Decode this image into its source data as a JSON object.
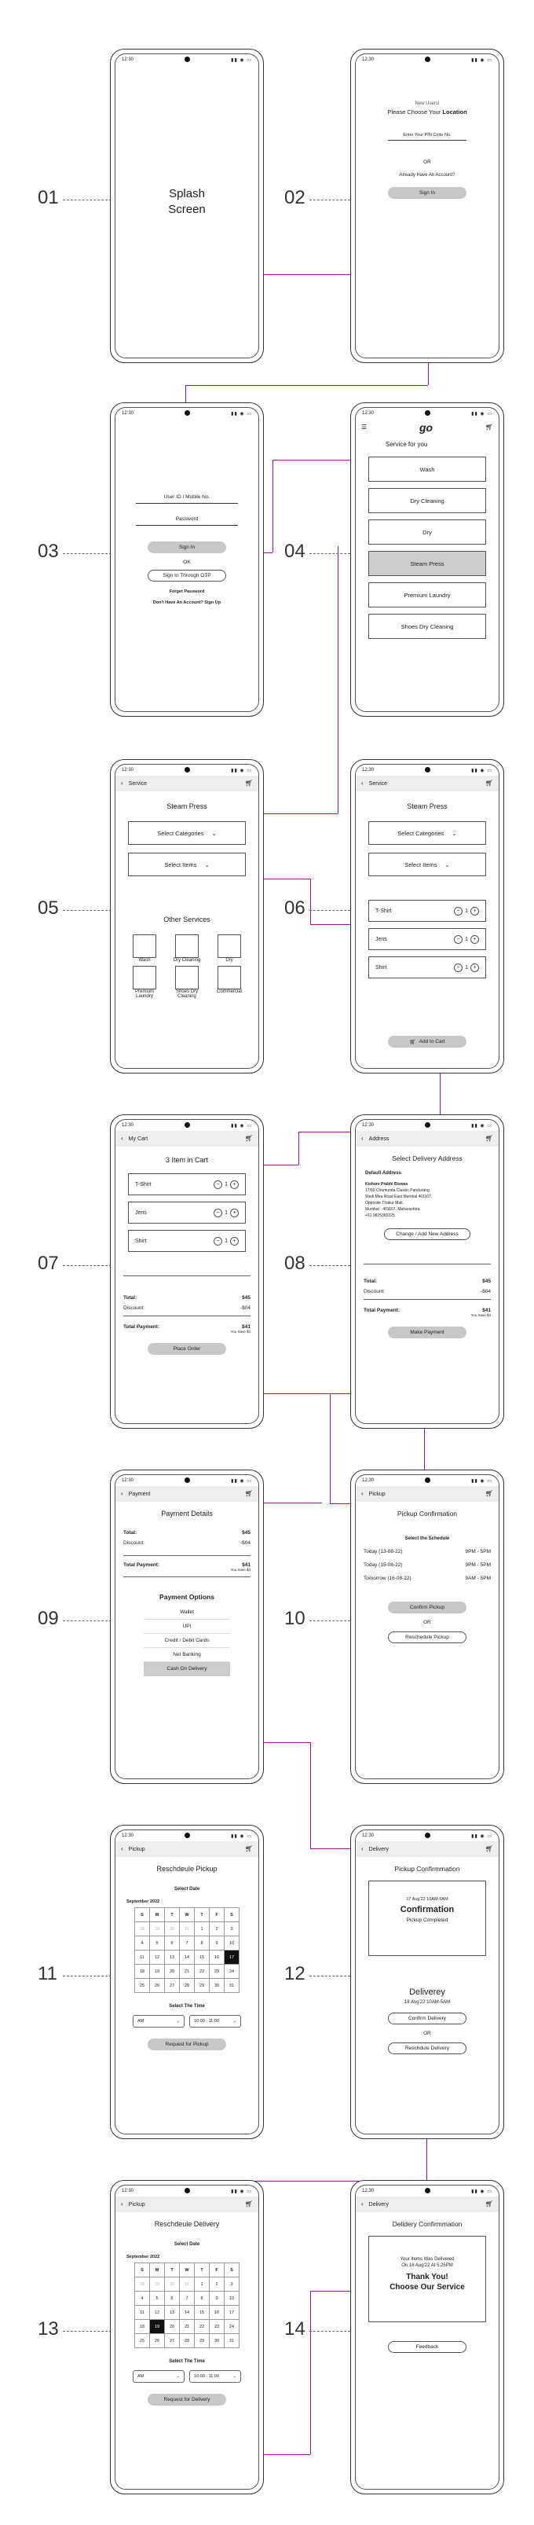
{
  "status_time": "12:30",
  "step_numbers": [
    "01",
    "02",
    "03",
    "04",
    "05",
    "06",
    "07",
    "08",
    "09",
    "10",
    "11",
    "12",
    "13",
    "14"
  ],
  "s1": {
    "title_line1": "Splash",
    "title_line2": "Screen"
  },
  "s2": {
    "new_users": "New Users!",
    "choose_prefix": "Please Choose Your ",
    "choose_bold": "Location",
    "pin_label": "Enter Your PIN Code No.",
    "or": "OR",
    "already": "Already Have An Account?",
    "signin": "Sign In"
  },
  "s3": {
    "user_id": "User ID / Mobile No.",
    "password": "Password",
    "signin": "Sign In",
    "or": "OK",
    "otp": "Sign In Through OTP",
    "forgot": "Forget Password",
    "no_account": "Don't Have An Account? Sign Up"
  },
  "s4": {
    "logo": "go",
    "heading": "Service for you",
    "services": [
      "Wash",
      "Dry Cleaning",
      "Dry",
      "Steam Press",
      "Premium Laundry",
      "Shoes Dry Cleaning"
    ],
    "selected": "Steam Press"
  },
  "s5": {
    "header": "Service",
    "title": "Steam Press",
    "select_categories": "Select Categories",
    "select_items": "Select Items",
    "other_title": "Other Services",
    "others": [
      "Wash",
      "Dry Cleaning",
      "Dry",
      "Premium Laundry",
      "Shoes Dry Cleaning",
      "Commercial"
    ]
  },
  "s6": {
    "header": "Service",
    "title": "Steam Press",
    "select_categories": "Select Categories",
    "select_items": "Select Items",
    "items": [
      "T-Shirt",
      "Jens",
      "Shirt"
    ],
    "qty": "1",
    "add_to_cart": "Add to Cart"
  },
  "s7": {
    "header": "My Cart",
    "title": "3 Item in Cart",
    "items": [
      "T-Shirt",
      "Jens",
      "Shirt"
    ],
    "qty": "1",
    "total_label": "Total:",
    "total": "$45",
    "discount_label": "Discount:",
    "discount": "-$04",
    "payment_label": "Total Payment:",
    "payment": "$41",
    "saved": "You Save $4",
    "place_order": "Place Order"
  },
  "s8": {
    "header": "Address",
    "title": "Select Delivery Address",
    "default": "Default Address",
    "name": "Kishore Prabhi Biswas",
    "addr1": "17/60 Chamunda Classic Pandurang",
    "addr2": "Wadi Mira Road East Mumbai 401107,",
    "addr3": "Opposite Thakur Mall,",
    "addr4": "Mumbai - 401107, Maharashtra.",
    "phone": "+91 9825365225",
    "change": "Change / Add New Address",
    "total_label": "Total:",
    "total": "$45",
    "discount_label": "Discount:",
    "discount": "-$04",
    "payment_label": "Total Payment:",
    "payment": "$41",
    "saved": "You Save $4",
    "make_payment": "Make Payment"
  },
  "s9": {
    "header": "Payment",
    "title": "Payment Details",
    "total_label": "Total:",
    "total": "$45",
    "discount_label": "Discount:",
    "discount": "-$04",
    "payment_label": "Total Payment:",
    "payment": "$41",
    "saved": "You Save $4",
    "options_title": "Payment Options",
    "options": [
      "Wallet",
      "UPI",
      "Credit / Debit Cards",
      "Net Banking",
      "Cash On Delivery"
    ],
    "selected": "Cash On Delivery"
  },
  "s10": {
    "header": "Pickup",
    "title": "Pickup Confirmation",
    "schedule": "Select the Schedule",
    "rows": [
      {
        "d": "Today (13-08-22)",
        "t": "9PM - 5PM"
      },
      {
        "d": "Today (15-08-22)",
        "t": "9PM - 5PM"
      },
      {
        "d": "Tomorrow (16-08-22)",
        "t": "9AM - 5PM"
      }
    ],
    "confirm": "Confirm Pickup",
    "or": "OR",
    "reschedule": "Reschedule Pickup"
  },
  "s11": {
    "header": "Pickup",
    "title": "Reschdeule Pickup",
    "select_date": "Select Date",
    "month": "September 2022",
    "select_time": "Select The Time",
    "am": "AM",
    "time": "10:00 - 11:00",
    "request": "Request for Pickup"
  },
  "s12": {
    "header": "Delivery",
    "title": "Pickup Confirmmation",
    "date": "17 Aug'22 10AM-5AM",
    "confirmation": "Confirmation",
    "completed": "Pickup Completed",
    "delivery": "Deliverey",
    "delivery_date": "18 Aug'22 10AM-5AM",
    "confirm": "Confirm Delivery",
    "or": "OR",
    "reschedule": "Reschdule Delivery"
  },
  "s13": {
    "header": "Pickup",
    "title": "Reschdeule Delivery",
    "select_date": "Select Date",
    "month": "September 2022",
    "select_time": "Select The Time",
    "am": "AM",
    "time": "10:00 - 11:00",
    "request": "Request for Delivery"
  },
  "s14": {
    "header": "Delivery",
    "title": "Delidery Confirmmation",
    "line1": "Your Items Was Delivered",
    "line2": "On 18 Aug'22 At 5:25PM",
    "thanks": "Thank You!",
    "choose": "Choose Our Service",
    "feedback": "Feedback"
  },
  "calendar": {
    "weekdays": [
      "S",
      "M",
      "T",
      "W",
      "T",
      "F",
      "S"
    ],
    "rows": [
      [
        "28",
        "29",
        "30",
        "31",
        "1",
        "2",
        "3"
      ],
      [
        "4",
        "5",
        "6",
        "7",
        "8",
        "9",
        "10"
      ],
      [
        "11",
        "12",
        "13",
        "14",
        "15",
        "16",
        "17"
      ],
      [
        "18",
        "19",
        "20",
        "21",
        "22",
        "23",
        "24"
      ],
      [
        "25",
        "26",
        "27",
        "28",
        "29",
        "30",
        "31"
      ]
    ]
  },
  "colors": {
    "link": "#a0119a",
    "selected_fill": "#cccccc"
  }
}
